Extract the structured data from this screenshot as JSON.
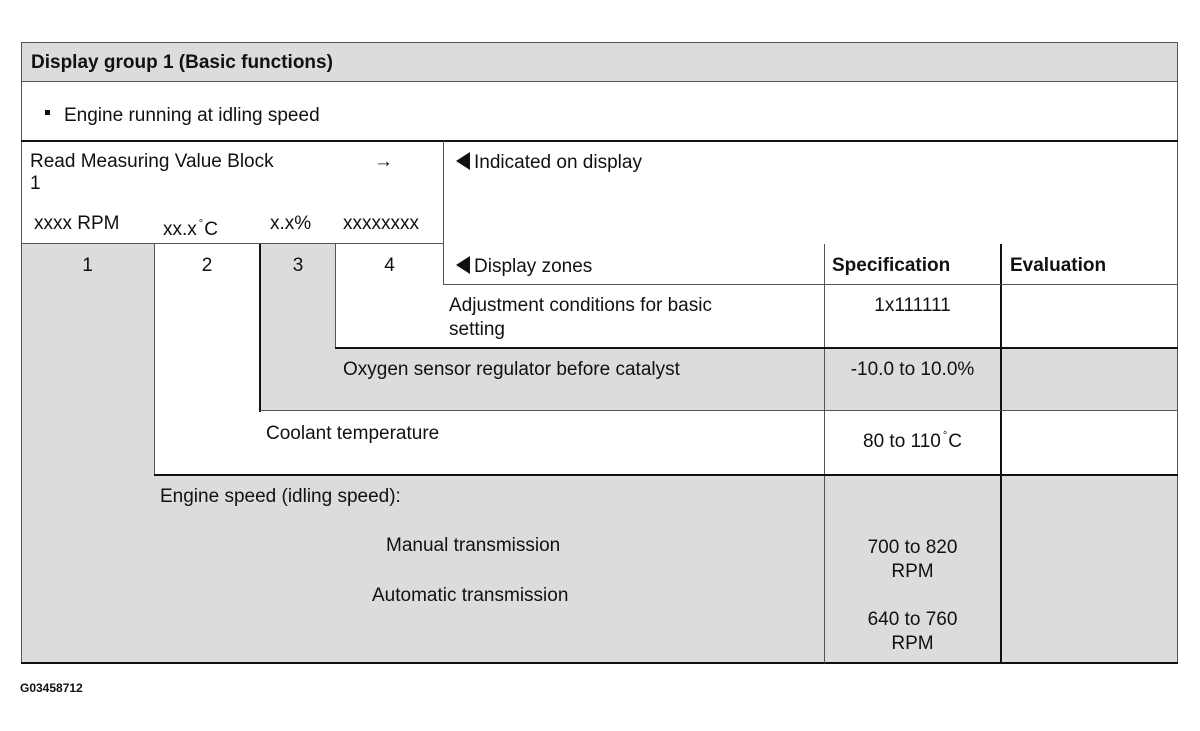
{
  "header": {
    "title": "Display group 1 (Basic functions)"
  },
  "condition": "Engine running at idling speed",
  "read_block": {
    "label": "Read Measuring Value Block",
    "number": "1",
    "arrow": "→"
  },
  "indicated": "Indicated on display",
  "display_values": [
    "xxxx RPM",
    "xx.x",
    "C",
    "x.x%",
    "xxxxxxxx"
  ],
  "degree_symbol": "°",
  "zone_numbers": [
    "1",
    "2",
    "3",
    "4"
  ],
  "columns": {
    "display_zones": "Display zones",
    "specification": "Specification",
    "evaluation": "Evaluation"
  },
  "rows": {
    "adjustment": {
      "label_line1": "Adjustment conditions for basic",
      "label_line2": "setting",
      "spec": "1x111111"
    },
    "oxygen": {
      "label": "Oxygen sensor regulator before catalyst",
      "spec": "-10.0 to 10.0%"
    },
    "coolant": {
      "label": "Coolant temperature",
      "spec_prefix": "80 to 110",
      "spec_suffix": "C"
    },
    "engine_speed": {
      "label": "Engine speed (idling speed):",
      "manual": "Manual transmission",
      "automatic": "Automatic transmission",
      "manual_spec_line1": "700 to 820",
      "manual_spec_line2": "RPM",
      "auto_spec_line1": "640 to 760",
      "auto_spec_line2": "RPM"
    }
  },
  "figure_id": "G03458712"
}
